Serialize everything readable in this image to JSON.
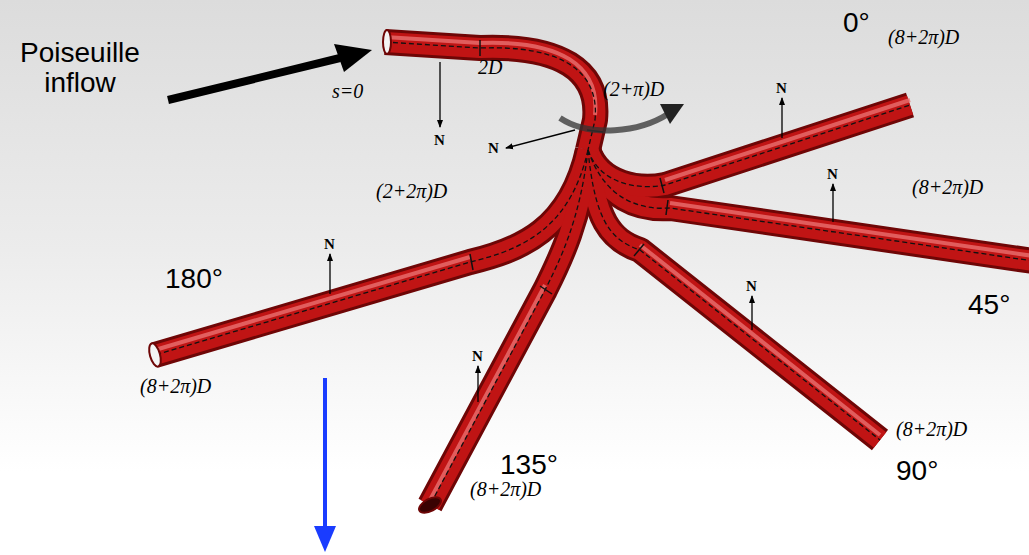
{
  "diagram": {
    "labels": [
      "Poiseuille inflow",
      "s=0",
      "2D",
      "(2+π)D",
      "0°",
      "(8+2π)D",
      "N",
      "N",
      "N",
      "N",
      "(8+2π)D",
      "(2+2π)D",
      "180°",
      "45°",
      "N",
      "N",
      "N",
      "(8+2π)D",
      "135°",
      "(8+2π)D",
      "(8+2π)D",
      "90°"
    ]
  }
}
